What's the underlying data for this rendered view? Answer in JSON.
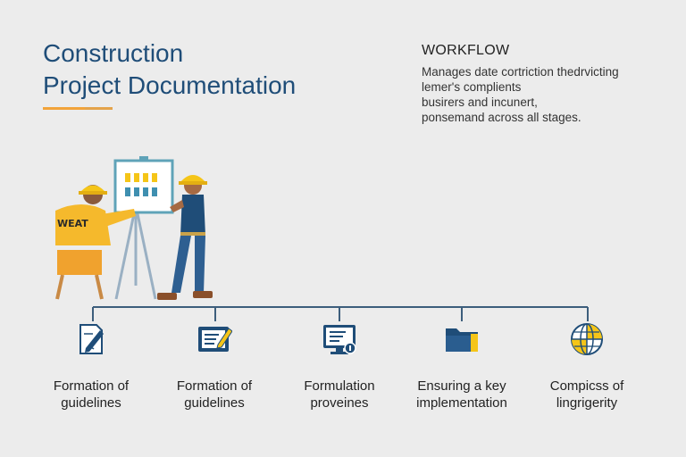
{
  "header": {
    "title_line1": "Construction",
    "title_line2": "Project Documentation"
  },
  "workflow": {
    "heading": "WORKFLOW",
    "lines": [
      "Manages date cortriction thedrvicting",
      "lemer's complients",
      "busirers and incunert,",
      "ponsemand across all stages."
    ]
  },
  "illustration": {
    "vest_text": "WEAT"
  },
  "steps": [
    {
      "icon": "pen-document-icon",
      "line1": "Formation of",
      "line2": "guidelines"
    },
    {
      "icon": "form-edit-icon",
      "line1": "Formation of",
      "line2": "guidelines"
    },
    {
      "icon": "monitor-document-icon",
      "line1": "Formulation",
      "line2": "proveines"
    },
    {
      "icon": "folder-icon",
      "line1": "Ensuring a key",
      "line2": "implementation"
    },
    {
      "icon": "globe-icon",
      "line1": "Compicss of",
      "line2": "lingrigerity"
    }
  ],
  "colors": {
    "title": "#1f4d78",
    "accent_orange": "#f2a33a",
    "navy": "#1f4d78",
    "yellow": "#f5c518"
  }
}
